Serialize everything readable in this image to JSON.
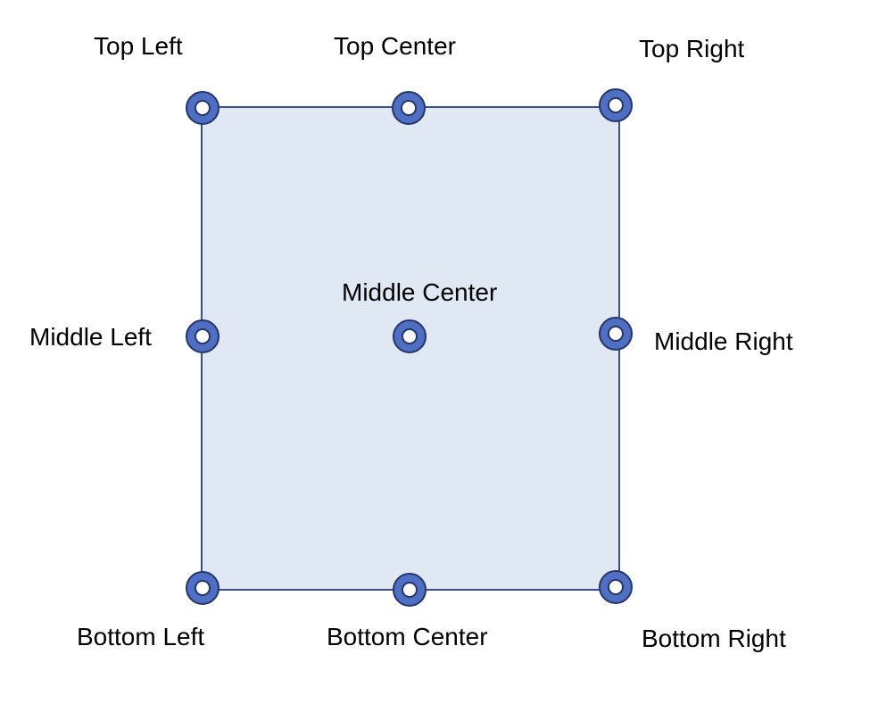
{
  "colors": {
    "box_fill": "#dfe8f3",
    "box_stroke": "#3b4f8c",
    "handle_fill": "#4f6fc2",
    "handle_stroke": "#26356b",
    "handle_hole": "#ffffff",
    "text": "#000000"
  },
  "handles": {
    "top_left": "Top Left",
    "top_center": "Top Center",
    "top_right": "Top Right",
    "middle_left": "Middle Left",
    "middle_center": "Middle Center",
    "middle_right": "Middle Right",
    "bottom_left": "Bottom Left",
    "bottom_center": "Bottom Center",
    "bottom_right": "Bottom Right"
  }
}
